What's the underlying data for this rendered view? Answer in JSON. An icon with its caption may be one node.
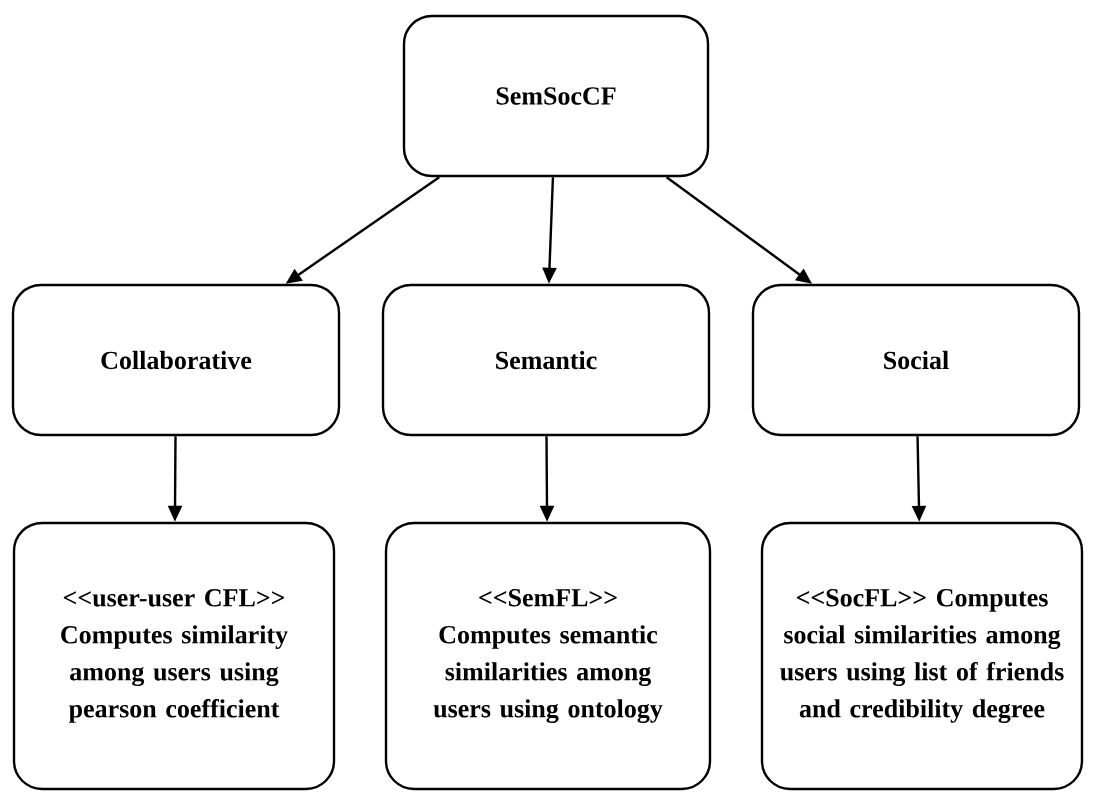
{
  "diagram": {
    "nodes": [
      {
        "text": [
          "SemSocCF"
        ]
      },
      {
        "text": [
          "Collaborative"
        ]
      },
      {
        "text": [
          "Semantic"
        ]
      },
      {
        "text": [
          "Social"
        ]
      },
      {
        "text": [
          "<<user-user CFL>> Computes similarity among users using pearson coefficient"
        ]
      },
      {
        "text": [
          "<<SemFL>> Computes semantic similarities among users using ontology"
        ]
      },
      {
        "text": [
          "<<SocFL>> Computes social similarities among users using list of friends and credibility degree"
        ]
      }
    ],
    "edges": [
      {
        "from": 0,
        "to": 1,
        "arrow": "to"
      },
      {
        "from": 0,
        "to": 2,
        "arrow": "to"
      },
      {
        "from": 0,
        "to": 3,
        "arrow": "to"
      },
      {
        "from": 1,
        "to": 4,
        "arrow": "to"
      },
      {
        "from": 2,
        "to": 5,
        "arrow": "to"
      },
      {
        "from": 3,
        "to": 6,
        "arrow": "to"
      }
    ]
  }
}
